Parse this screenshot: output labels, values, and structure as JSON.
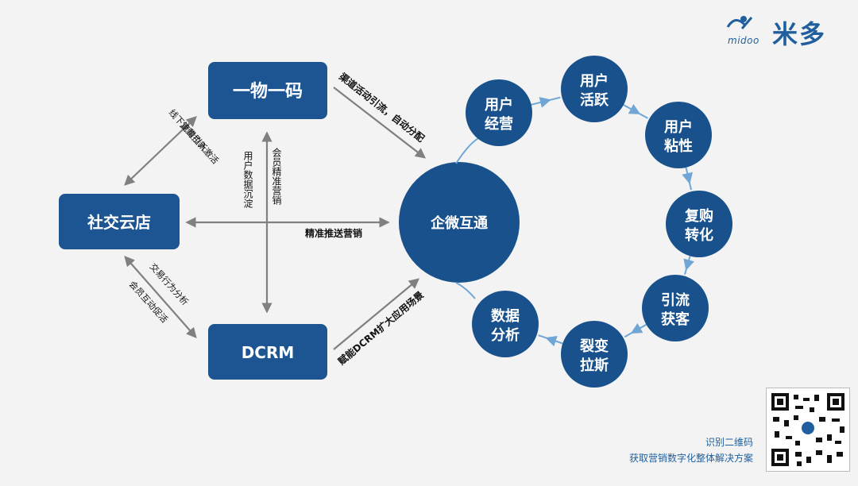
{
  "logo": {
    "brand": "米多",
    "sub": "midoo"
  },
  "nodes": {
    "yiwu": "一物一码",
    "shejiao": "社交云店",
    "dcrm": "DCRM",
    "center": "企微互通"
  },
  "edges": {
    "top_right": "渠道活动引流，自动分配",
    "top_left_a": "线下流量引入",
    "top_left_b": "复购拉新激活",
    "bottom_left_a": "交易行为分析",
    "bottom_left_b": "会员互动促活",
    "bottom_right": "赋能DCRM扩大应用场景",
    "vertical_a": "用户数据沉淀",
    "vertical_b": "会员精准营销",
    "horizontal": "精准推送营销"
  },
  "ring": [
    {
      "l1": "用户",
      "l2": "经营"
    },
    {
      "l1": "用户",
      "l2": "活跃"
    },
    {
      "l1": "用户",
      "l2": "粘性"
    },
    {
      "l1": "复购",
      "l2": "转化"
    },
    {
      "l1": "引流",
      "l2": "获客"
    },
    {
      "l1": "裂变",
      "l2": "拉斯"
    },
    {
      "l1": "数据",
      "l2": "分析"
    }
  ],
  "footer": {
    "line1": "识别二维码",
    "line2": "获取营销数字化整体解决方案"
  },
  "colors": {
    "box": "#1d5592",
    "circle": "#19518c",
    "ring_line": "#6fa6d6",
    "arrow": "#808080",
    "accent": "#1f5f9e"
  }
}
